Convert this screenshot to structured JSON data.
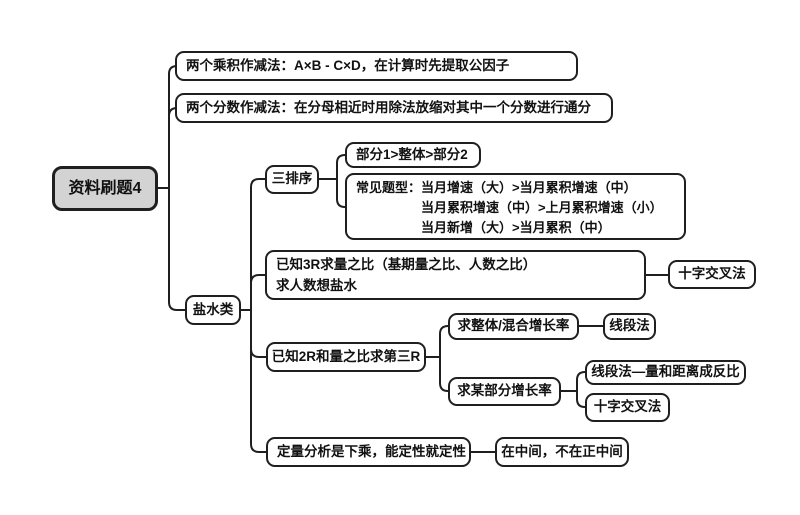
{
  "colors": {
    "line": "#1f1f1f",
    "node_fill": "#ffffff",
    "root_fill": "#d3d3d3",
    "text": "#111111"
  },
  "root": {
    "label": "资料刷题4"
  },
  "branches": {
    "multiply_rule": "两个乘积作减法：A×B - C×D，在计算时先提取公因子",
    "fraction_rule": "两个分数作减法：在分母相近时用除法放缩对其中一个分数进行通分",
    "saltwater": {
      "label": "盐水类",
      "three_order": {
        "label": "三排序",
        "part_order": "部分1>整体>部分2",
        "common_types": {
          "label": "常见题型：",
          "lines": [
            "当月增速（大）>当月累积增速（中）",
            "当月累积增速（中）>上月累积增速（小）",
            "当月新增（大）>当月累积（中）"
          ]
        }
      },
      "three_r": {
        "line1": "已知3R求量之比（基期量之比、人数之比）",
        "line2": "求人数想盐水",
        "method": "十字交叉法"
      },
      "two_r": {
        "label": "已知2R和量之比求第三R",
        "whole_rate": {
          "label": "求整体/混合增长率",
          "method": "线段法"
        },
        "part_rate": {
          "label": "求某部分增长率",
          "methods": [
            "线段法—量和距离成反比",
            "十字交叉法"
          ]
        }
      },
      "qualitative": {
        "label": "定量分析是下乘，能定性就定性",
        "note": "在中间，不在正中间"
      }
    }
  }
}
